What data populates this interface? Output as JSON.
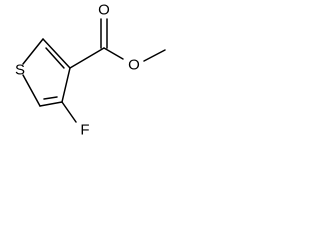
{
  "molecule": {
    "atoms": {
      "sulfur": "S",
      "fluorine": "F",
      "carbonyl_oxygen": "O",
      "ester_oxygen": "O"
    },
    "bond_color": "#000000"
  }
}
